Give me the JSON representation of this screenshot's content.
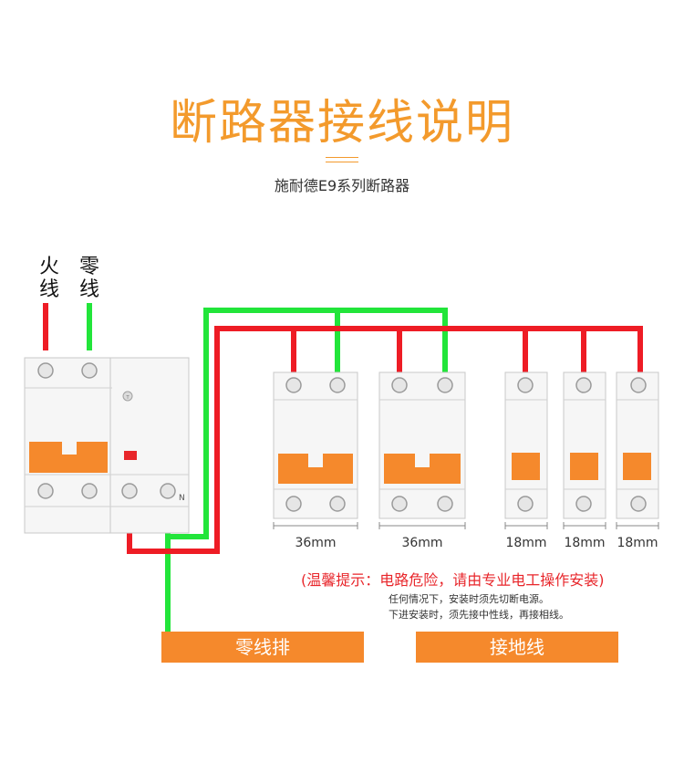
{
  "title": "断路器接线说明",
  "subtitle": "施耐德E9系列断路器",
  "labels": {
    "live_wire": "火线",
    "neutral_wire": "零线",
    "neutral_terminal_mark": "N",
    "indicator_mark": "T"
  },
  "breakers": [
    {
      "poles": 2,
      "width_label": "36mm"
    },
    {
      "poles": 2,
      "width_label": "36mm"
    },
    {
      "poles": 1,
      "width_label": "18mm"
    },
    {
      "poles": 1,
      "width_label": "18mm"
    },
    {
      "poles": 1,
      "width_label": "18mm"
    }
  ],
  "warning": {
    "headline": "(温馨提示：电路危险，请由专业电工操作安装)",
    "line1": "任何情况下，安装时须先切断电源。",
    "line2": "下进安装时，须先接中性线，再接相线。"
  },
  "bars": {
    "neutral_bar": "零线排",
    "ground_bar": "接地线"
  },
  "colors": {
    "live": "#ee1c25",
    "neutral": "#22e53a",
    "toggle": "#f5892c",
    "title": "#f39a2c",
    "warning": "#e8262b"
  }
}
